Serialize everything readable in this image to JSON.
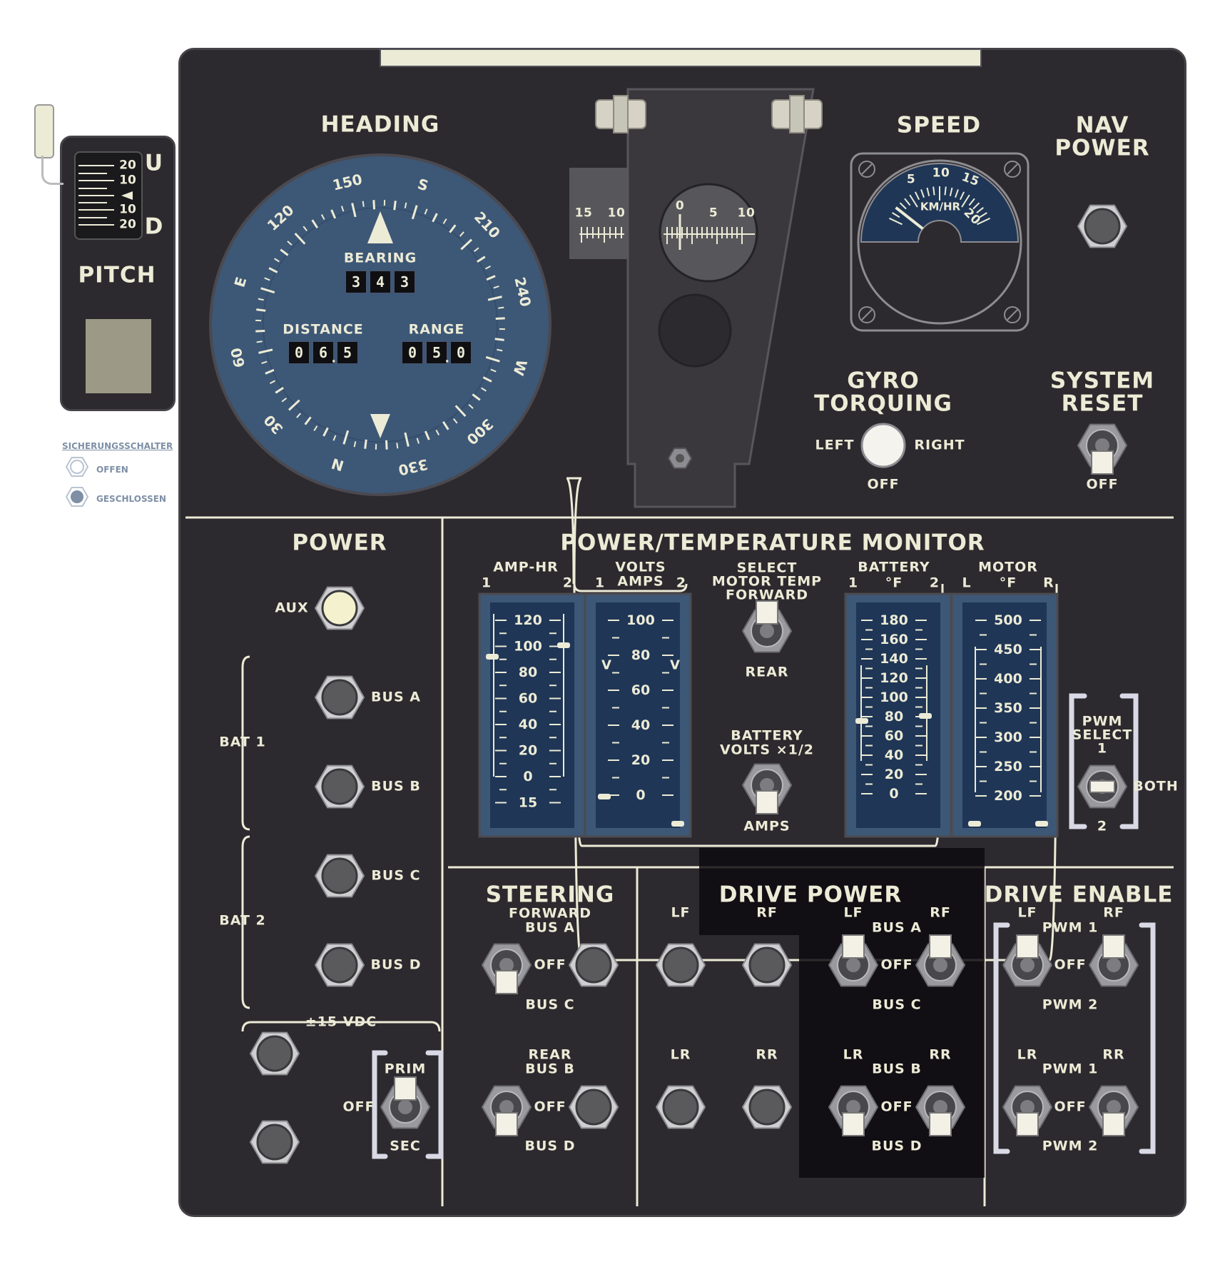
{
  "colors": {
    "panel": "#2c2a2e",
    "label": "#ecebd6",
    "compass_face": "#3d5776",
    "gauge_face": "#1f3656",
    "switch_off": "#5a595c",
    "switch_lit": "#f4f1cf",
    "legend": "#7e8fa6"
  },
  "pitch": {
    "label": "PITCH",
    "up": "U",
    "down": "D",
    "scale": [
      "20",
      "10",
      "0",
      "10",
      "20"
    ]
  },
  "legend": {
    "title": "SICHERUNGSSCHALTER",
    "open": "OFFEN",
    "closed": "GESCHLOSSEN"
  },
  "heading": {
    "title": "HEADING",
    "value_deg": 343,
    "compass_labels": [
      "N",
      "30",
      "60",
      "E",
      "120",
      "150",
      "S",
      "210",
      "240",
      "W",
      "300",
      "330"
    ],
    "bearing": {
      "label": "BEARING",
      "digits": [
        "3",
        "4",
        "3"
      ]
    },
    "distance": {
      "label": "DISTANCE",
      "digits": [
        "0",
        "6",
        "5"
      ],
      "dot": "."
    },
    "range": {
      "label": "RANGE",
      "digits": [
        "0",
        "5",
        "0"
      ],
      "dot": "."
    }
  },
  "center_gauges": {
    "left_scale": [
      "15",
      "10"
    ],
    "center_scale": [
      "0",
      "5",
      "10"
    ]
  },
  "speed": {
    "title": "SPEED",
    "unit": "KM/HR",
    "ticks": [
      "5",
      "10",
      "15",
      "20"
    ],
    "value": 2
  },
  "nav_power": {
    "title_line1": "NAV",
    "title_line2": "POWER"
  },
  "gyro": {
    "title_line1": "GYRO",
    "title_line2": "TORQUING",
    "left": "LEFT",
    "right": "RIGHT",
    "off": "OFF"
  },
  "system_reset": {
    "title_line1": "SYSTEM",
    "title_line2": "RESET",
    "off": "OFF"
  },
  "power": {
    "title": "POWER",
    "aux": "AUX",
    "bat1": "BAT 1",
    "bat2": "BAT 2",
    "buses": [
      "BUS A",
      "BUS B",
      "BUS C",
      "BUS D"
    ],
    "vdc": "±15 VDC",
    "prim": "PRIM",
    "sec": "SEC",
    "off": "OFF"
  },
  "monitor": {
    "title": "POWER/TEMPERATURE MONITOR",
    "amp_hr": {
      "label": "AMP-HR",
      "left": "1",
      "right": "2",
      "scale": [
        "120",
        "100",
        "80",
        "60",
        "40",
        "20",
        "0",
        "15"
      ]
    },
    "volts_amps": {
      "label": "VOLTS",
      "sub": "AMPS",
      "left": "1",
      "right": "2",
      "scale": [
        "100",
        "80",
        "60",
        "40",
        "20",
        "0"
      ],
      "v_mark": "V"
    },
    "select": {
      "line1": "SELECT",
      "line2": "MOTOR TEMP",
      "line3": "FORWARD",
      "rear": "REAR"
    },
    "battery_volts": {
      "line1": "BATTERY",
      "line2": "VOLTS ×1/2",
      "amps": "AMPS"
    },
    "battery": {
      "label": "BATTERY",
      "unit": "°F",
      "left": "1",
      "right": "2",
      "scale": [
        "180",
        "160",
        "140",
        "120",
        "100",
        "80",
        "60",
        "40",
        "20",
        "0"
      ]
    },
    "motor": {
      "label": "MOTOR",
      "unit": "°F",
      "left": "L",
      "right": "R",
      "scale": [
        "500",
        "450",
        "400",
        "350",
        "300",
        "250",
        "200"
      ]
    },
    "pwm_select": {
      "line1": "PWM",
      "line2": "SELECT",
      "line3": "1",
      "both": "BOTH",
      "two": "2"
    }
  },
  "steering": {
    "title": "STEERING",
    "sub1": "FORWARD",
    "sub2": "BUS A",
    "off": "OFF",
    "bus_c": "BUS C",
    "rear": "REAR",
    "bus_b": "BUS B",
    "bus_d": "BUS D"
  },
  "drive_power": {
    "title": "DRIVE POWER",
    "lf": "LF",
    "rf": "RF",
    "lr": "LR",
    "rr": "RR",
    "bus_a": "BUS A",
    "bus_b": "BUS B",
    "bus_c": "BUS C",
    "bus_d": "BUS D",
    "off": "OFF"
  },
  "drive_enable": {
    "title": "DRIVE ENABLE",
    "lf": "LF",
    "rf": "RF",
    "lr": "LR",
    "rr": "RR",
    "pwm1": "PWM 1",
    "pwm2": "PWM 2",
    "off": "OFF"
  }
}
